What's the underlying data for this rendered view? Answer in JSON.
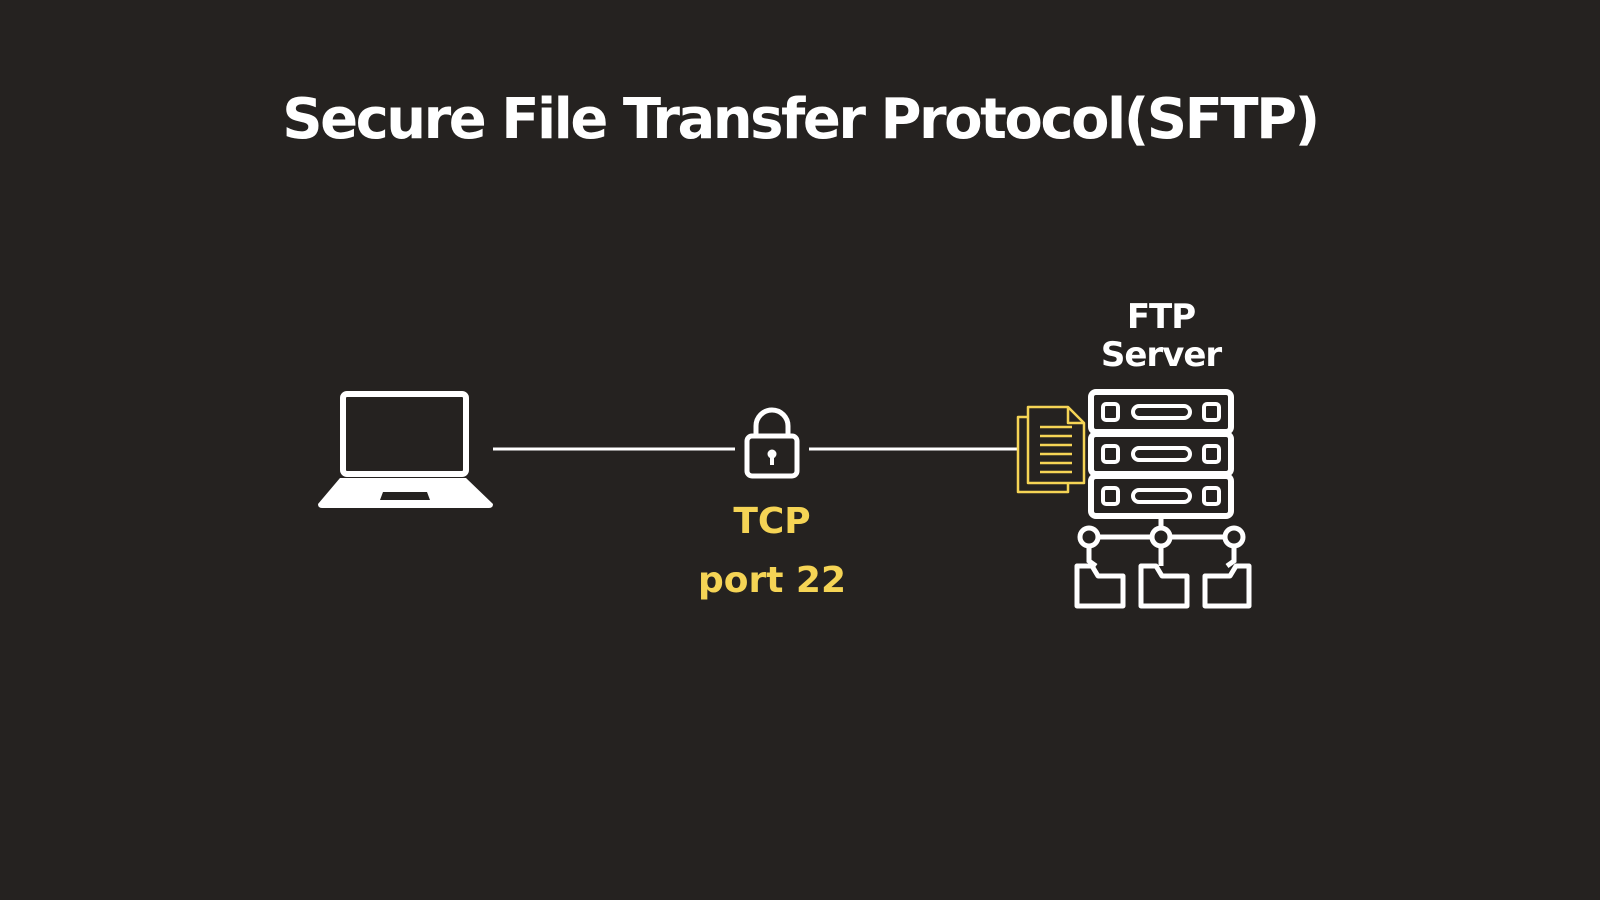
{
  "title": "Secure File Transfer Protocol(SFTP)",
  "server": {
    "label_line1": "FTP",
    "label_line2": "Server"
  },
  "connection": {
    "protocol": "TCP",
    "port_label": "port 22"
  },
  "icons": {
    "client": "laptop-icon",
    "security": "padlock-icon",
    "transfer": "documents-icon",
    "server": "server-rack-icon",
    "storage": "folder-icon"
  },
  "colors": {
    "background": "#252220",
    "foreground": "#ffffff",
    "accent": "#f5d455"
  }
}
